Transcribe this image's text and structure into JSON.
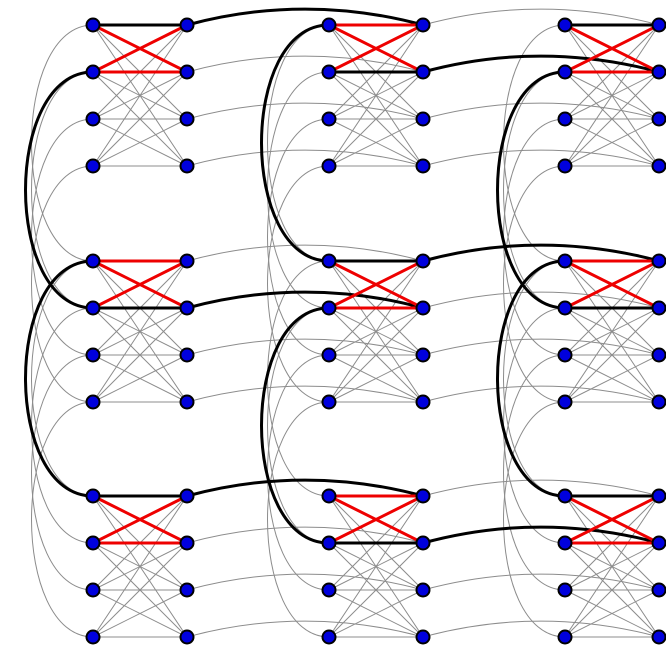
{
  "diagram": {
    "type": "chimera-graph",
    "grid_rows": 3,
    "grid_cols": 3,
    "shore_size": 4,
    "colors": {
      "background": "#ffffff",
      "node_fill": "#0000dd",
      "node_stroke": "#000000",
      "coupler_thin": "#8c8c8c",
      "highlight_black": "#000000",
      "highlight_red": "#ee0000"
    },
    "highlighted_red_edges": [
      {
        "cell": [
          0,
          0
        ],
        "edges": [
          [
            0,
            1
          ],
          [
            1,
            0
          ],
          [
            1,
            1
          ]
        ]
      },
      {
        "cell": [
          0,
          1
        ],
        "edges": [
          [
            0,
            0
          ],
          [
            0,
            1
          ],
          [
            1,
            0
          ]
        ]
      },
      {
        "cell": [
          0,
          2
        ],
        "edges": [
          [
            0,
            1
          ],
          [
            1,
            0
          ],
          [
            1,
            1
          ]
        ]
      },
      {
        "cell": [
          1,
          0
        ],
        "edges": [
          [
            0,
            0
          ],
          [
            0,
            1
          ],
          [
            1,
            0
          ]
        ]
      },
      {
        "cell": [
          1,
          1
        ],
        "edges": [
          [
            0,
            1
          ],
          [
            1,
            0
          ],
          [
            1,
            1
          ]
        ]
      },
      {
        "cell": [
          1,
          2
        ],
        "edges": [
          [
            0,
            0
          ],
          [
            0,
            1
          ],
          [
            1,
            0
          ]
        ]
      },
      {
        "cell": [
          2,
          0
        ],
        "edges": [
          [
            0,
            1
          ],
          [
            1,
            0
          ],
          [
            1,
            1
          ]
        ]
      },
      {
        "cell": [
          2,
          1
        ],
        "edges": [
          [
            0,
            0
          ],
          [
            0,
            1
          ],
          [
            1,
            0
          ]
        ]
      },
      {
        "cell": [
          2,
          2
        ],
        "edges": [
          [
            0,
            1
          ],
          [
            1,
            0
          ],
          [
            1,
            1
          ]
        ]
      }
    ],
    "highlighted_black_edges": [
      {
        "from": [
          0,
          0,
          "L",
          0
        ],
        "to": [
          0,
          0,
          "R",
          0
        ]
      },
      {
        "from": [
          0,
          0,
          "L",
          1
        ],
        "to": [
          1,
          0,
          "L",
          1
        ]
      },
      {
        "from": [
          0,
          0,
          "R",
          0
        ],
        "to": [
          0,
          1,
          "R",
          0
        ]
      },
      {
        "from": [
          0,
          1,
          "L",
          0
        ],
        "to": [
          1,
          1,
          "L",
          0
        ]
      },
      {
        "from": [
          0,
          1,
          "L",
          1
        ],
        "to": [
          0,
          1,
          "R",
          1
        ]
      },
      {
        "from": [
          0,
          1,
          "R",
          1
        ],
        "to": [
          0,
          2,
          "R",
          1
        ]
      },
      {
        "from": [
          0,
          2,
          "L",
          0
        ],
        "to": [
          0,
          2,
          "R",
          0
        ]
      },
      {
        "from": [
          0,
          2,
          "L",
          1
        ],
        "to": [
          1,
          2,
          "L",
          1
        ]
      },
      {
        "from": [
          1,
          0,
          "L",
          0
        ],
        "to": [
          2,
          0,
          "L",
          0
        ]
      },
      {
        "from": [
          1,
          0,
          "L",
          1
        ],
        "to": [
          1,
          0,
          "R",
          1
        ]
      },
      {
        "from": [
          1,
          0,
          "R",
          1
        ],
        "to": [
          1,
          1,
          "R",
          1
        ]
      },
      {
        "from": [
          1,
          1,
          "L",
          0
        ],
        "to": [
          1,
          1,
          "R",
          0
        ]
      },
      {
        "from": [
          1,
          1,
          "L",
          1
        ],
        "to": [
          2,
          1,
          "L",
          1
        ]
      },
      {
        "from": [
          1,
          1,
          "R",
          0
        ],
        "to": [
          1,
          2,
          "R",
          0
        ]
      },
      {
        "from": [
          1,
          2,
          "L",
          0
        ],
        "to": [
          2,
          2,
          "L",
          0
        ]
      },
      {
        "from": [
          1,
          2,
          "L",
          1
        ],
        "to": [
          1,
          2,
          "R",
          1
        ]
      },
      {
        "from": [
          2,
          0,
          "L",
          0
        ],
        "to": [
          2,
          0,
          "R",
          0
        ]
      },
      {
        "from": [
          2,
          0,
          "R",
          0
        ],
        "to": [
          2,
          1,
          "R",
          0
        ]
      },
      {
        "from": [
          2,
          1,
          "L",
          1
        ],
        "to": [
          2,
          1,
          "R",
          1
        ]
      },
      {
        "from": [
          2,
          1,
          "R",
          1
        ],
        "to": [
          2,
          2,
          "R",
          1
        ]
      },
      {
        "from": [
          2,
          2,
          "L",
          0
        ],
        "to": [
          2,
          2,
          "R",
          0
        ]
      }
    ]
  }
}
